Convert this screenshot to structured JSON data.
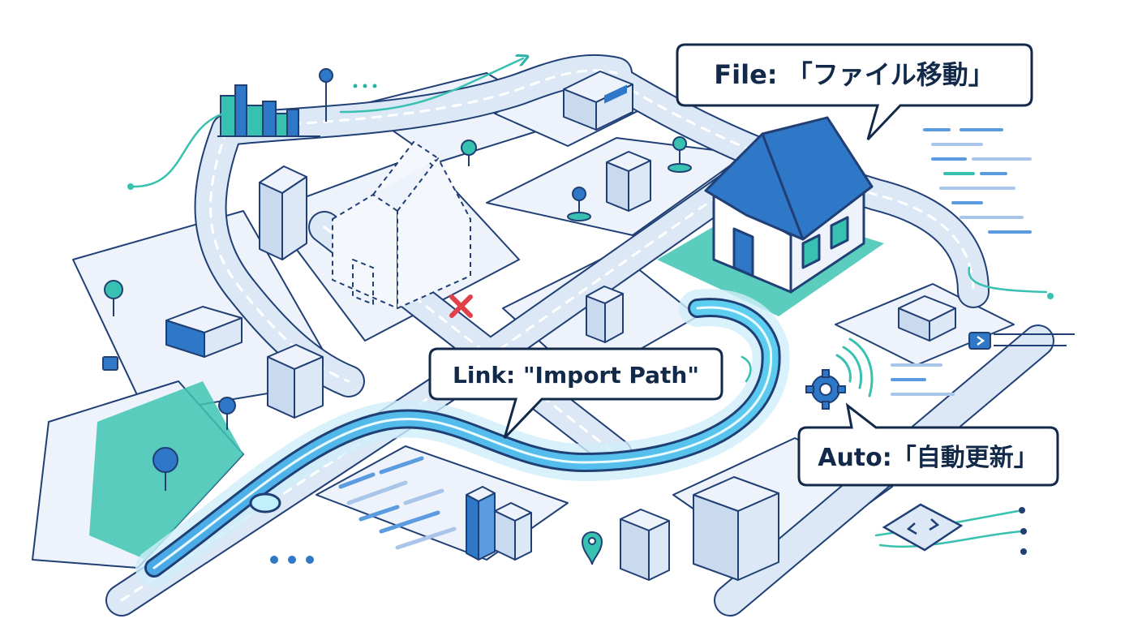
{
  "callouts": {
    "file": "File: 「ファイル移動」",
    "link": "Link: \"Import Path\"",
    "auto": "Auto:「自動更新」"
  },
  "colors": {
    "navy": "#1f3f75",
    "blue": "#2e78c7",
    "teal": "#38c0b0",
    "light_blue": "#dce8f6",
    "path_glow": "#8fd9f2",
    "error_red": "#e0404a"
  },
  "icons": {
    "error": "x-mark-icon",
    "settings": "gear-icon",
    "signal": "wifi-signal-icon",
    "location": "map-pin-icon",
    "code": "code-brackets-icon"
  }
}
